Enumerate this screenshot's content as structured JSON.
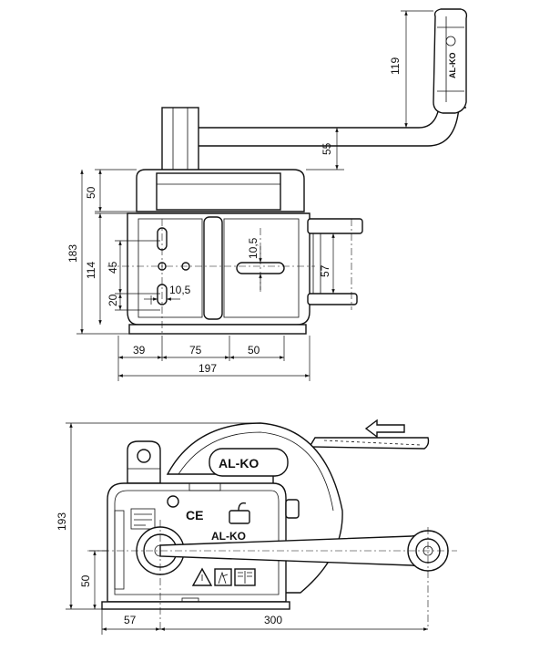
{
  "drawing": {
    "top_view": {
      "dimensions": {
        "handle_length": "119",
        "crank_offset": "55",
        "upper_height": "50",
        "overall_height": "183",
        "plate_height": "114",
        "hole_spacing_v": "45",
        "hole_offset_bottom": "20",
        "slot_width_h": "10,5",
        "slot_width_v": "10,5",
        "drum_bracket": "57",
        "base_offset_1": "39",
        "base_offset_2": "75",
        "base_offset_3": "50",
        "overall_width": "197"
      },
      "handle_logo": "AL-KO"
    },
    "side_view": {
      "dimensions": {
        "overall_height": "193",
        "axle_height": "50",
        "left_offset": "57",
        "crank_length": "300"
      },
      "drum_logo": "AL-KO",
      "body_logo": "AL-KO",
      "ce_mark": "CE"
    }
  }
}
